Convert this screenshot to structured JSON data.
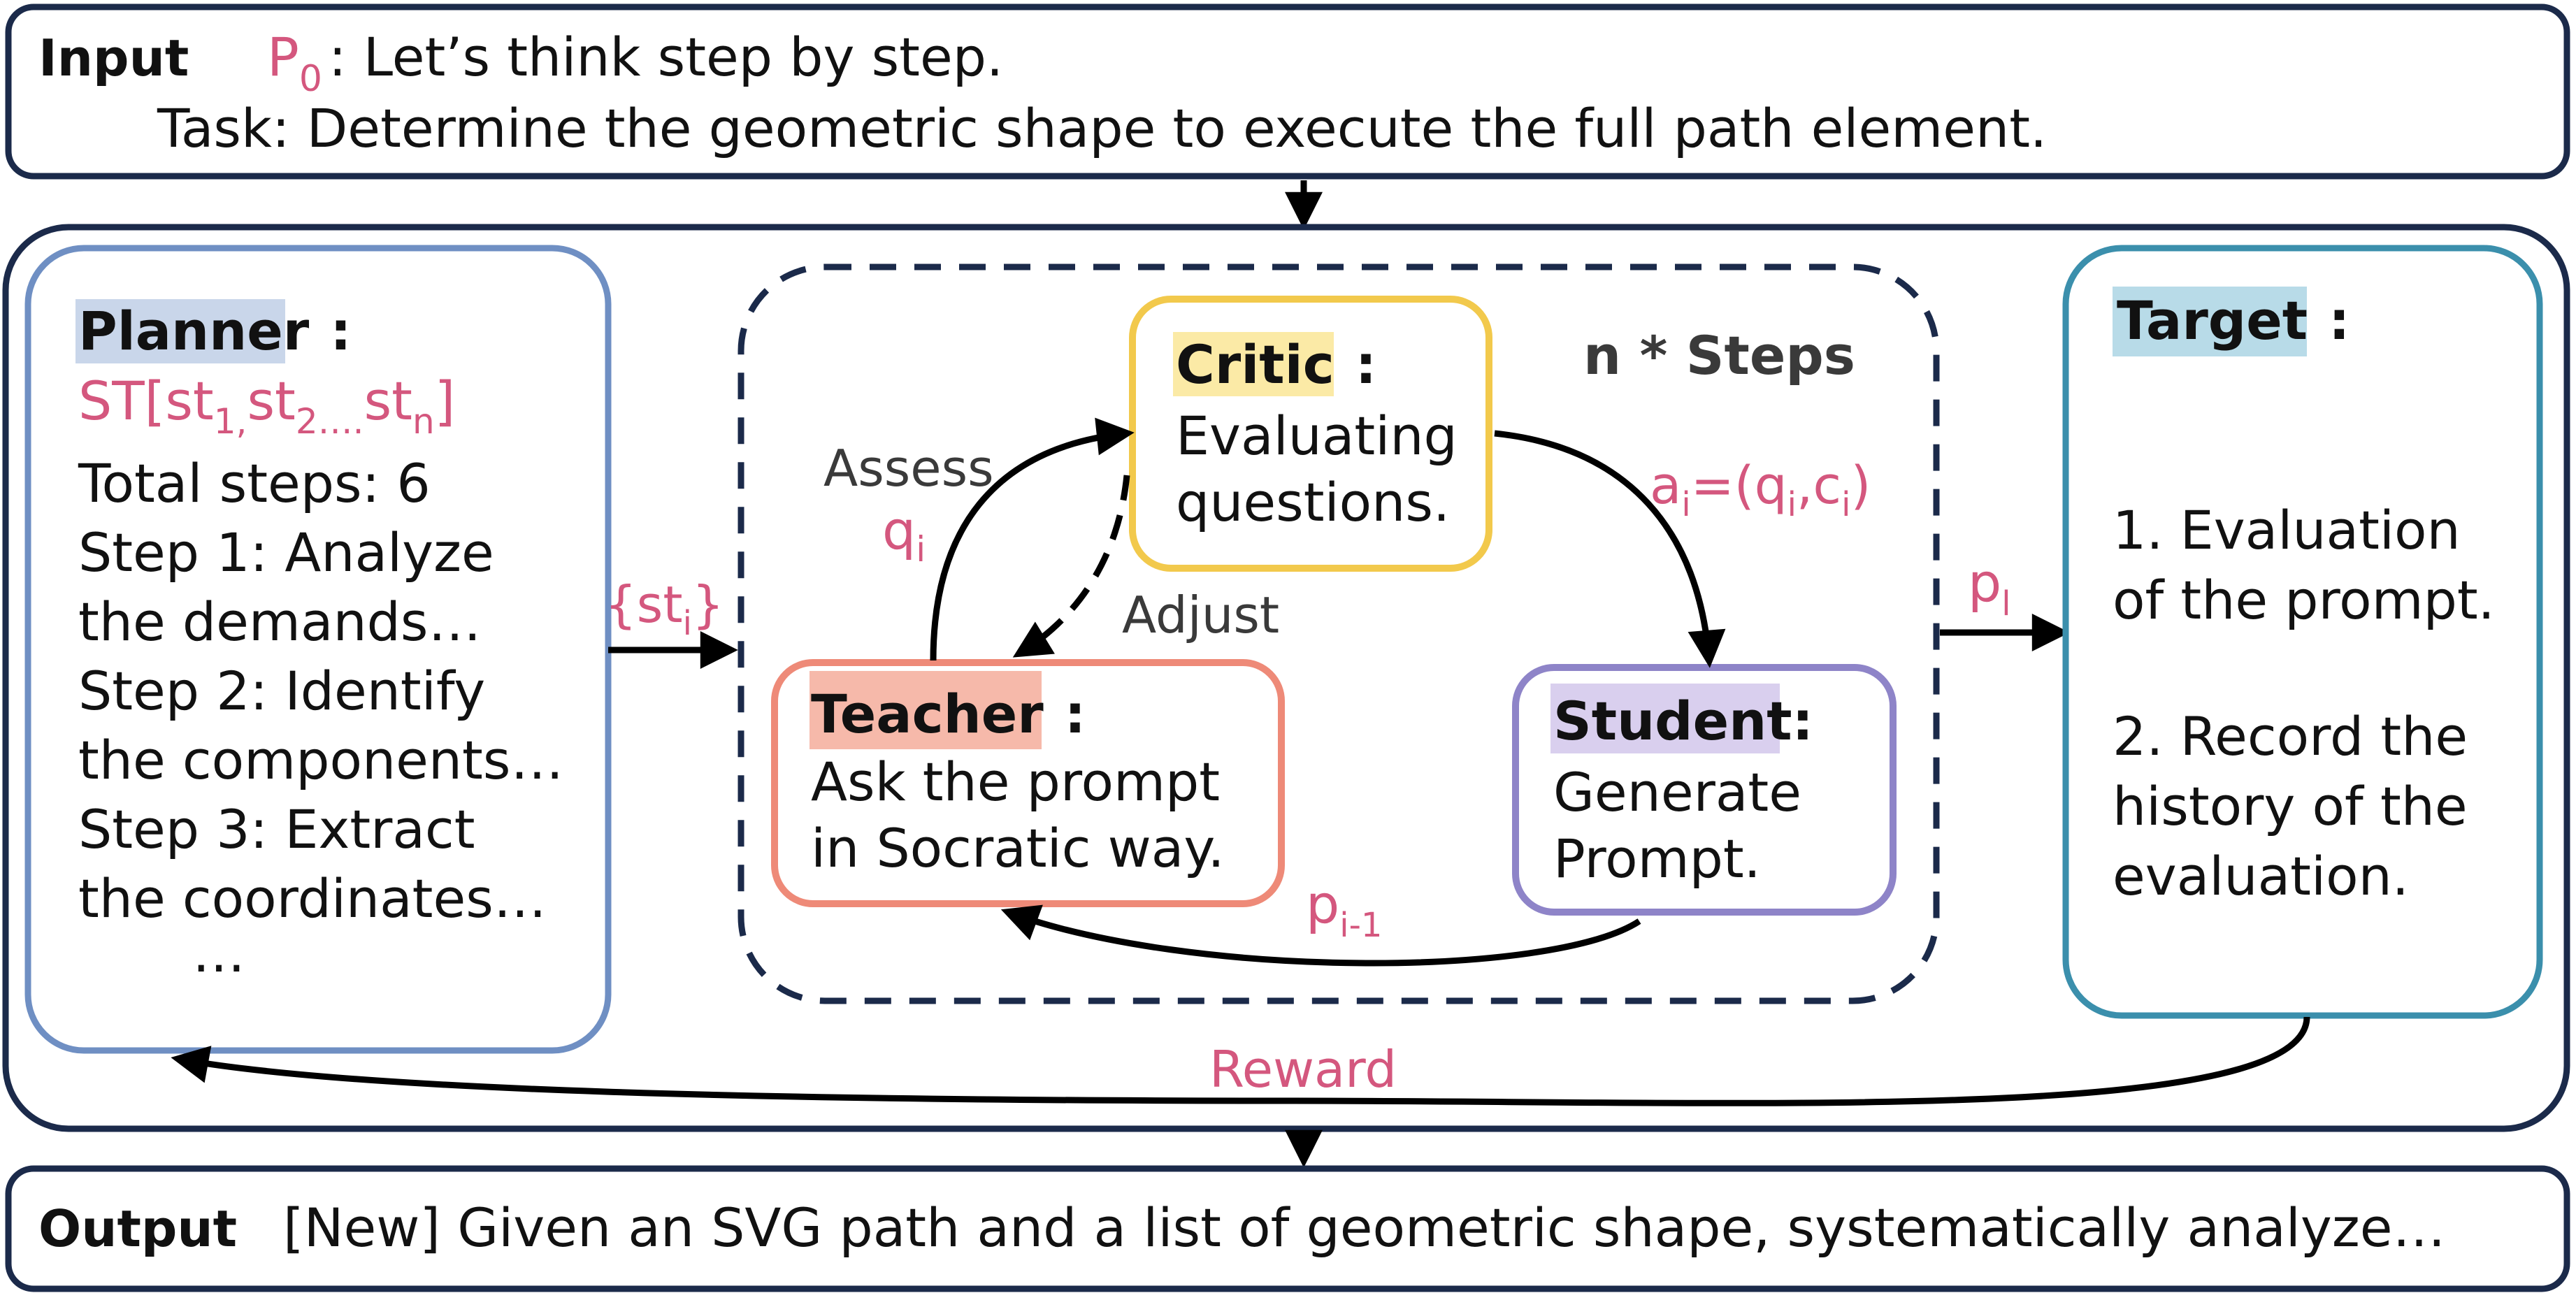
{
  "input": {
    "label": "Input",
    "p0": "P",
    "p0_sub": "0",
    "p0_text": ": Let’s think step by step.",
    "task": "Task: Determine the geometric shape to execute the full path element."
  },
  "planner": {
    "title": "Planner",
    "colon": ":",
    "st_open": "ST[st",
    "st_sub1": "1,",
    "st_mid": "st",
    "st_sub2": "2….",
    "st_end": "st",
    "st_subn": "n",
    "st_close": "]",
    "lines": [
      "Total steps: 6",
      "Step 1: Analyze",
      "the demands…",
      "Step 2: Identify",
      "the components…",
      "Step 3: Extract",
      "the coordinates…",
      "…"
    ]
  },
  "sti_arrow": {
    "text": "{st",
    "sub": "i",
    "close": "}"
  },
  "loop": {
    "steps_label": "n * Steps",
    "critic": {
      "title": "Critic",
      "colon": ":",
      "lines": [
        "Evaluating",
        "questions."
      ]
    },
    "teacher": {
      "title": "Teacher",
      "colon": ":",
      "lines": [
        "Ask the prompt",
        "in Socratic way."
      ]
    },
    "student": {
      "title": "Student",
      "colon": ":",
      "lines": [
        "Generate",
        "Prompt."
      ]
    },
    "assess": "Assess",
    "q": "q",
    "q_sub": "i",
    "adjust": "Adjust",
    "a_label": {
      "a": "a",
      "a_sub": "i",
      "eq": "=(q",
      "q_sub": "i",
      "comma": ",c",
      "c_sub": "i",
      "close": ")"
    },
    "p_prev": {
      "p": "p",
      "sub": "i-1"
    }
  },
  "pl_arrow": {
    "p": "p",
    "sub": "l"
  },
  "target": {
    "title": "Target",
    "colon": ":",
    "lines": [
      "1. Evaluation",
      "of the prompt.",
      "",
      "2. Record the",
      "history of the",
      "evaluation."
    ]
  },
  "reward": "Reward",
  "output": {
    "label": "Output",
    "text": "[New] Given an SVG path and a list of geometric shape, systematically analyze…"
  },
  "colors": {
    "frame": "#1b2a4a",
    "planner_border": "#6f8fc3",
    "planner_highlight": "#c9d6ea",
    "critic_border": "#f2c94c",
    "critic_highlight": "#fbeaa6",
    "teacher_border": "#ee8a78",
    "teacher_highlight": "#f6b9aa",
    "student_border": "#8e84c8",
    "student_highlight": "#d9cfee",
    "target_border": "#3b8fac",
    "target_highlight": "#b8dbe8",
    "accent_pink": "#d4577e"
  }
}
